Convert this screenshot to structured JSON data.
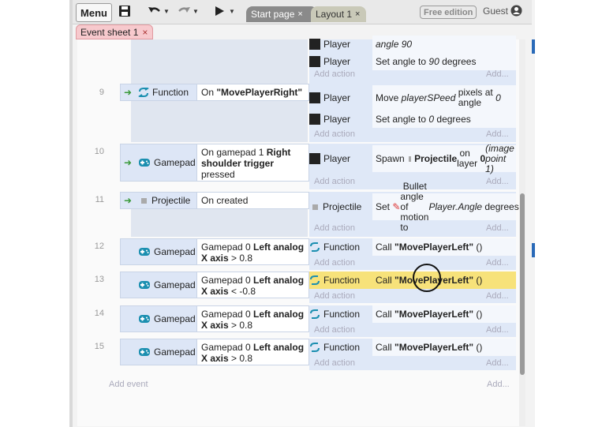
{
  "toolbar": {
    "menu_label": "Menu",
    "tabs": [
      {
        "label": "Start page",
        "close": "×"
      },
      {
        "label": "Layout 1",
        "close": "×"
      }
    ],
    "free_badge": "Free edition",
    "user_label": "Guest"
  },
  "sheet_tab": {
    "label": "Event sheet 1",
    "close": "×"
  },
  "events": {
    "top": {
      "actions": [
        {
          "object": "Player",
          "text": "angle 90"
        },
        {
          "object": "Player",
          "text": "Set angle to 90 degrees"
        }
      ]
    },
    "e9": {
      "number": "9",
      "object": "Function",
      "condition": "On \"MovePlayerRight\"",
      "actions": [
        {
          "object": "Player",
          "text": "Move playerSPeed pixels at angle 0"
        },
        {
          "object": "Player",
          "text": "Set angle to 0 degrees"
        }
      ]
    },
    "e10": {
      "number": "10",
      "object": "Gamepad",
      "condition": "On gamepad 1 Right shoulder trigger pressed",
      "actions": [
        {
          "object": "Player",
          "text": "Spawn Projectile on layer 0 (image point 1)"
        }
      ]
    },
    "e11": {
      "number": "11",
      "object": "Projectile",
      "condition": "On created",
      "actions": [
        {
          "object": "Projectile",
          "text": "Set Bullet angle of motion to Player.Angle degrees"
        }
      ]
    },
    "e12": {
      "number": "12",
      "object": "Gamepad",
      "condition": "Gamepad 0 Left analog X axis > 0.8",
      "actions": [
        {
          "object": "Function",
          "text": "Call \"MovePlayerLeft\" ()"
        }
      ]
    },
    "e13": {
      "number": "13",
      "object": "Gamepad",
      "condition": "Gamepad 0 Left analog X axis < -0.8",
      "actions": [
        {
          "object": "Function",
          "text": "Call \"MovePlayerLeft\" ()"
        }
      ]
    },
    "e14": {
      "number": "14",
      "object": "Gamepad",
      "condition": "Gamepad 0 Left analog X axis > 0.8",
      "actions": [
        {
          "object": "Function",
          "text": "Call \"MovePlayerLeft\" ()"
        }
      ]
    },
    "e15": {
      "number": "15",
      "object": "Gamepad",
      "condition": "Gamepad 0 Left analog X axis > 0.8",
      "actions": [
        {
          "object": "Function",
          "text": "Call \"MovePlayerLeft\" ()"
        }
      ]
    }
  },
  "add_action": "Add action",
  "add_dots": "Add...",
  "add_event": "Add event",
  "colors": {
    "highlight": "#f7e27a",
    "gamepad_icon": "#1b8fb0",
    "function_icon": "#1b8fb0",
    "arrow": "#3a9a3a"
  },
  "icons": [
    "save-icon",
    "undo-icon",
    "redo-icon",
    "play-icon",
    "user-icon",
    "gamepad-icon",
    "function-icon",
    "arrow-icon"
  ]
}
